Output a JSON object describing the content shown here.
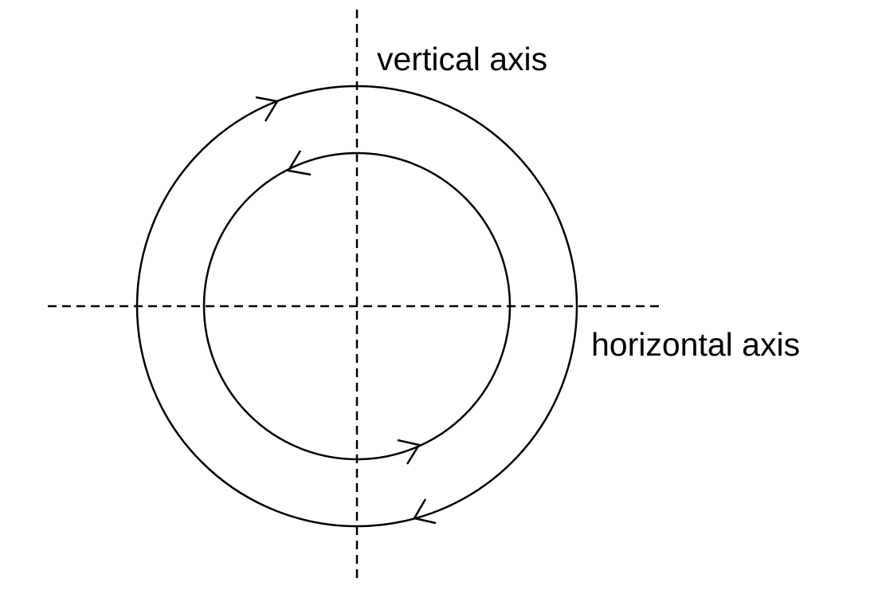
{
  "labels": {
    "vertical_axis": "vertical axis",
    "horizontal_axis": "horizontal axis"
  },
  "colors": {
    "stroke": "#000000",
    "background": "#ffffff"
  },
  "circles": [
    {
      "name": "outer",
      "direction_top": "right",
      "direction_bottom": "left"
    },
    {
      "name": "inner",
      "direction_top": "left",
      "direction_bottom": "right"
    }
  ]
}
